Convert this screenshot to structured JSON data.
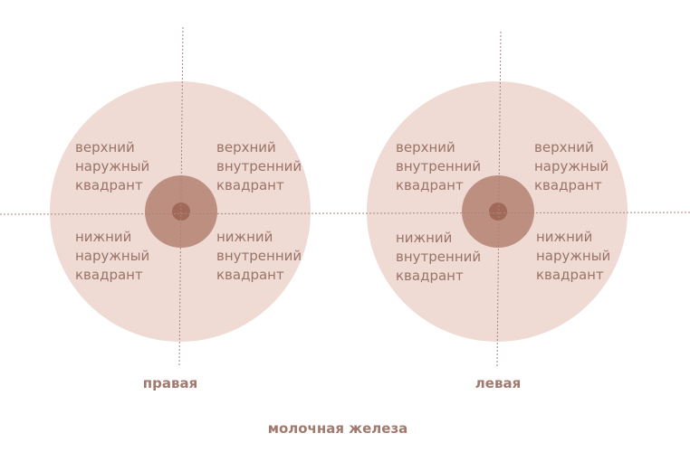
{
  "colors": {
    "breast": "#efdbd3",
    "areola": "#bc8f80",
    "nipple": "#a0695a",
    "axis": "#a9877b",
    "text": "#9a7468",
    "caption": "#a07a6e"
  },
  "left_breast": {
    "caption": "правая",
    "upper_left": [
      "верхний",
      "наружный",
      "квадрант"
    ],
    "upper_right": [
      "верхний",
      "внутренний",
      "квадрант"
    ],
    "lower_left": [
      "нижний",
      "наружный",
      "квадрант"
    ],
    "lower_right": [
      "нижний",
      "внутренний",
      "квадрант"
    ]
  },
  "right_breast": {
    "caption": "левая",
    "upper_left": [
      "верхний",
      "внутренний",
      "квадрант"
    ],
    "upper_right": [
      "верхний",
      "наружный",
      "квадрант"
    ],
    "lower_left": [
      "нижний",
      "внутренний",
      "квадрант"
    ],
    "lower_right": [
      "нижний",
      "наружный",
      "квадрант"
    ]
  },
  "footer": {
    "title": "молочная железа"
  }
}
